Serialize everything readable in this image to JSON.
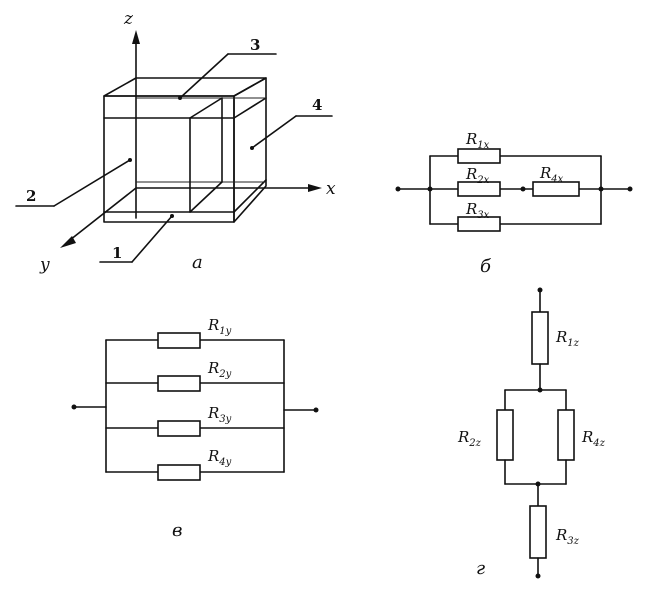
{
  "panel_a": {
    "caption": "а",
    "axis_z": "z",
    "axis_x": "x",
    "axis_y": "y",
    "callouts": [
      "1",
      "2",
      "3",
      "4"
    ]
  },
  "panel_b": {
    "caption": "б",
    "r1": {
      "main": "R",
      "sub": "1x"
    },
    "r2": {
      "main": "R",
      "sub": "2x"
    },
    "r3": {
      "main": "R",
      "sub": "3x"
    },
    "r4": {
      "main": "R",
      "sub": "4x"
    }
  },
  "panel_v": {
    "caption": "в",
    "r1": {
      "main": "R",
      "sub": "1y"
    },
    "r2": {
      "main": "R",
      "sub": "2y"
    },
    "r3": {
      "main": "R",
      "sub": "3y"
    },
    "r4": {
      "main": "R",
      "sub": "4y"
    }
  },
  "panel_g": {
    "caption": "г",
    "r1": {
      "main": "R",
      "sub": "1z"
    },
    "r2": {
      "main": "R",
      "sub": "2z"
    },
    "r3": {
      "main": "R",
      "sub": "3z"
    },
    "r4": {
      "main": "R",
      "sub": "4z"
    }
  }
}
